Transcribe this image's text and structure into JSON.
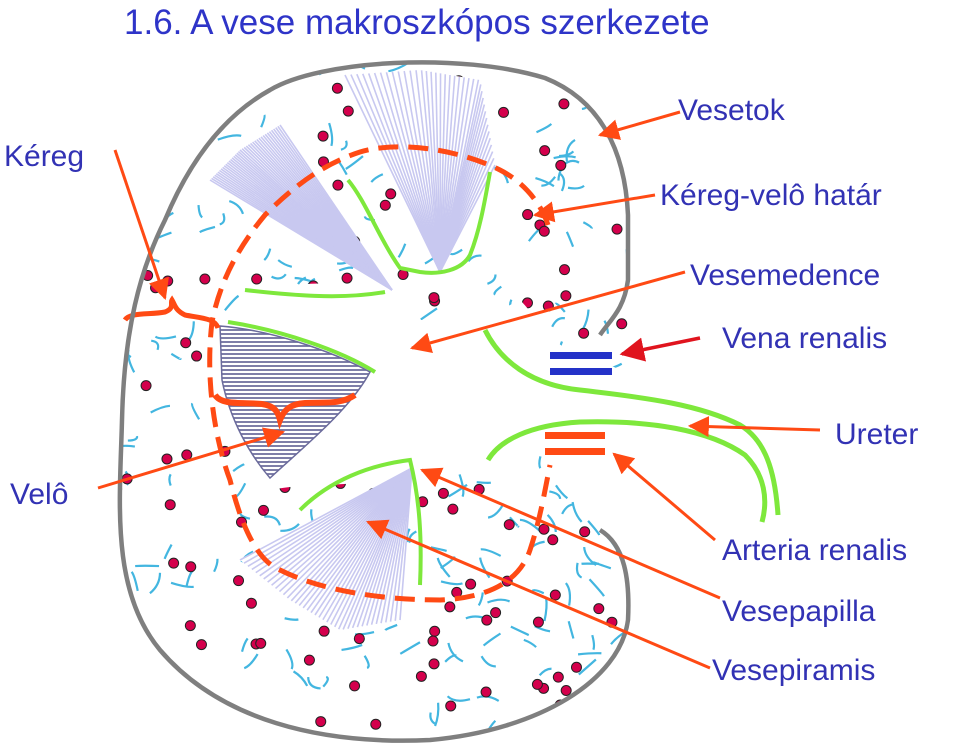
{
  "title": "1.6. A vese makroszkópos szerkezete",
  "labels": {
    "kereg": "Kéreg",
    "vesetok": "Vesetok",
    "kereg_velo_hatar": "Kéreg-velô határ",
    "vesemedence": "Vesemedence",
    "vena_renalis": "Vena renalis",
    "ureter": "Ureter",
    "velo": "Velô",
    "arteria_renalis": "Arteria renalis",
    "vesepapilla": "Vesepapilla",
    "vesepiramis": "Vesepiramis"
  },
  "colors": {
    "title": "#2e34c8",
    "label_text": "#3232b4",
    "arrow": "#ff4a14",
    "vena_arrow": "#e0141e",
    "capsule": "#7f7f7f",
    "boundary": "#ff4a14",
    "papilla_edge": "#7ee83c",
    "ureter": "#7ee83c",
    "tubules": "#43b6e0",
    "glomeruli": "#d4004c",
    "vein": "#2432c8",
    "artery": "#ff4a14",
    "pyramid_rays": "#c8c8f0",
    "medulla_stripes": "#6b6b9c"
  }
}
